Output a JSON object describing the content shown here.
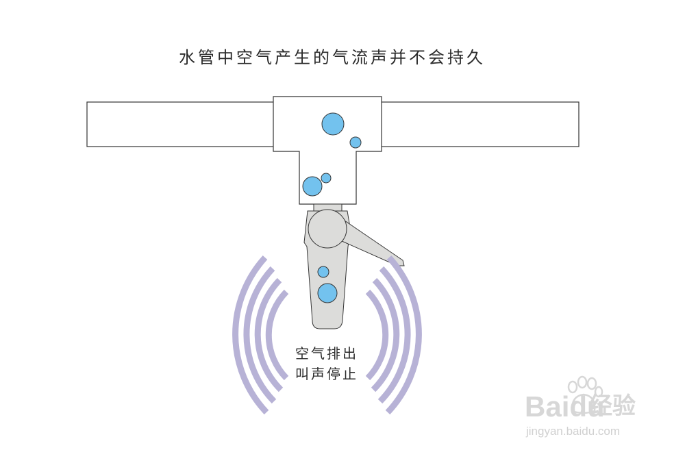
{
  "title": "水管中空气产生的气流声并不会持久",
  "caption": {
    "line1": "空气排出",
    "line2": "叫声停止"
  },
  "watermark": {
    "brand": "Baidu",
    "product": "经验",
    "url": "jingyan.baidu.com"
  },
  "colors": {
    "pipe_stroke": "#333333",
    "pipe_fill": "#ffffff",
    "valve_fill": "#dcdcda",
    "bubble_fill": "#73c2ee",
    "wave_color": "#b7b2d6",
    "text": "#2b2b2b",
    "watermark": "#d7d7d7"
  },
  "icons": {
    "sound_waves": "sound-wave-icon",
    "paw": "paw-icon"
  }
}
